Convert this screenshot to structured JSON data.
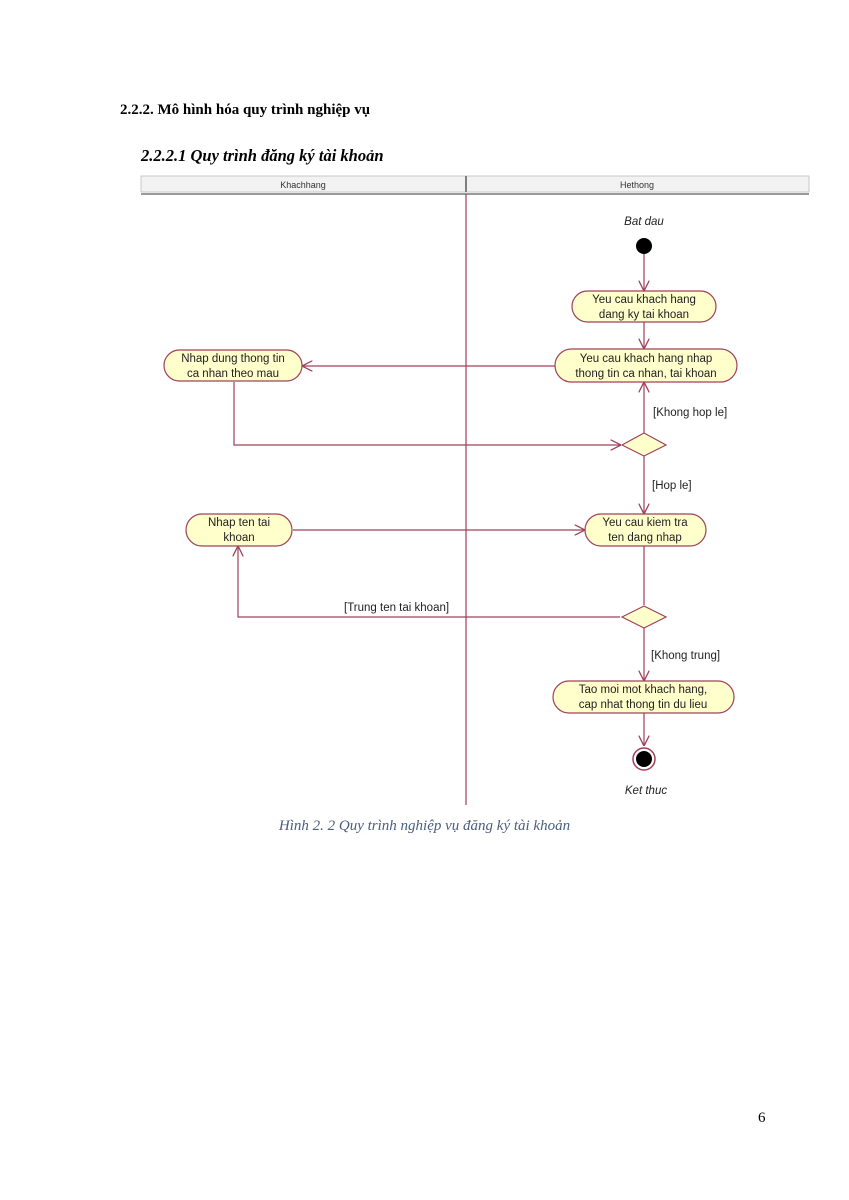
{
  "section_heading": "2.2.2. Mô hình hóa quy trình nghiệp vụ",
  "subsection_heading": "2.2.2.1 Quy trình đăng ký tài khoản",
  "diagram": {
    "lanes": [
      "Khachhang",
      "Hethong"
    ],
    "start_label": "Bat dau",
    "end_label": "Ket thuc",
    "nodes": {
      "req_register": [
        "Yeu cau khach hang",
        "dang ky tai khoan"
      ],
      "req_info": [
        "Yeu cau khach hang nhap",
        "thong tin ca nhan, tai khoan"
      ],
      "enter_info": [
        "Nhap dung thong tin",
        "ca nhan theo mau"
      ],
      "enter_account": [
        "Nhap ten tai",
        "khoan"
      ],
      "check_name": [
        "Yeu cau kiem tra",
        "ten dang nhap"
      ],
      "create_customer": [
        "Tao moi mot khach hang,",
        "cap nhat thong tin du lieu"
      ]
    },
    "guards": {
      "invalid": "[Khong hop le]",
      "valid": "[Hop le]",
      "duplicate": "[Trung ten tai khoan]",
      "not_duplicate": "[Khong trung]"
    },
    "colors": {
      "node_fill": "#ffffcc",
      "node_stroke": "#a0405a",
      "arrow": "#a0405a",
      "lane_divider": "#a0405a"
    }
  },
  "figure_caption": "Hình 2. 2 Quy trình nghiệp vụ đăng ký tài khoản",
  "page_number": "6"
}
